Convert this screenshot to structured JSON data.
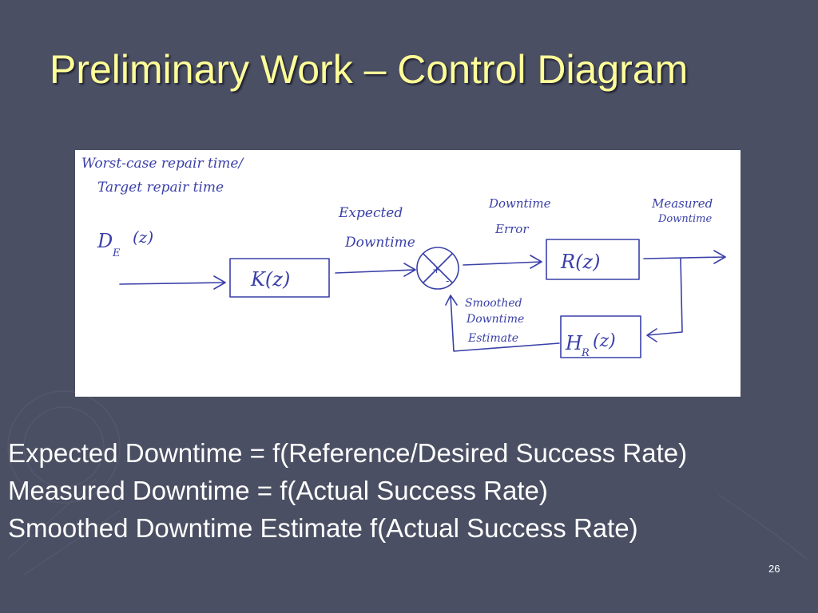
{
  "slide": {
    "title": "Preliminary Work – Control Diagram",
    "page_number": "26"
  },
  "diagram": {
    "input_label_line1": "Worst-case repair time/",
    "input_label_line2": "Target repair time",
    "input_signal": "D",
    "input_signal_sub": "E",
    "input_signal_arg": "(z)",
    "reference_block": "K(z)",
    "expected_label_line1": "Expected",
    "expected_label_line2": "Downtime",
    "sum_plus": "+",
    "sum_minus": "-",
    "error_label_line1": "Downtime",
    "error_label_line2": "Error",
    "plant_block": "R(z)",
    "output_label_line1": "Measured",
    "output_label_line2": "Downtime",
    "feedback_label_line1": "Smoothed",
    "feedback_label_line2": "Downtime",
    "feedback_label_line3": "Estimate",
    "feedback_block_main": "H",
    "feedback_block_sub": "R",
    "feedback_block_arg": "(z)"
  },
  "notes": [
    "Expected Downtime = f(Reference/Desired Success Rate)",
    "Measured Downtime = f(Actual Success Rate)",
    "Smoothed Downtime Estimate f(Actual Success Rate)"
  ],
  "colors": {
    "background": "#4b4f63",
    "title": "#ffff99",
    "ink": "#3a40a8"
  }
}
